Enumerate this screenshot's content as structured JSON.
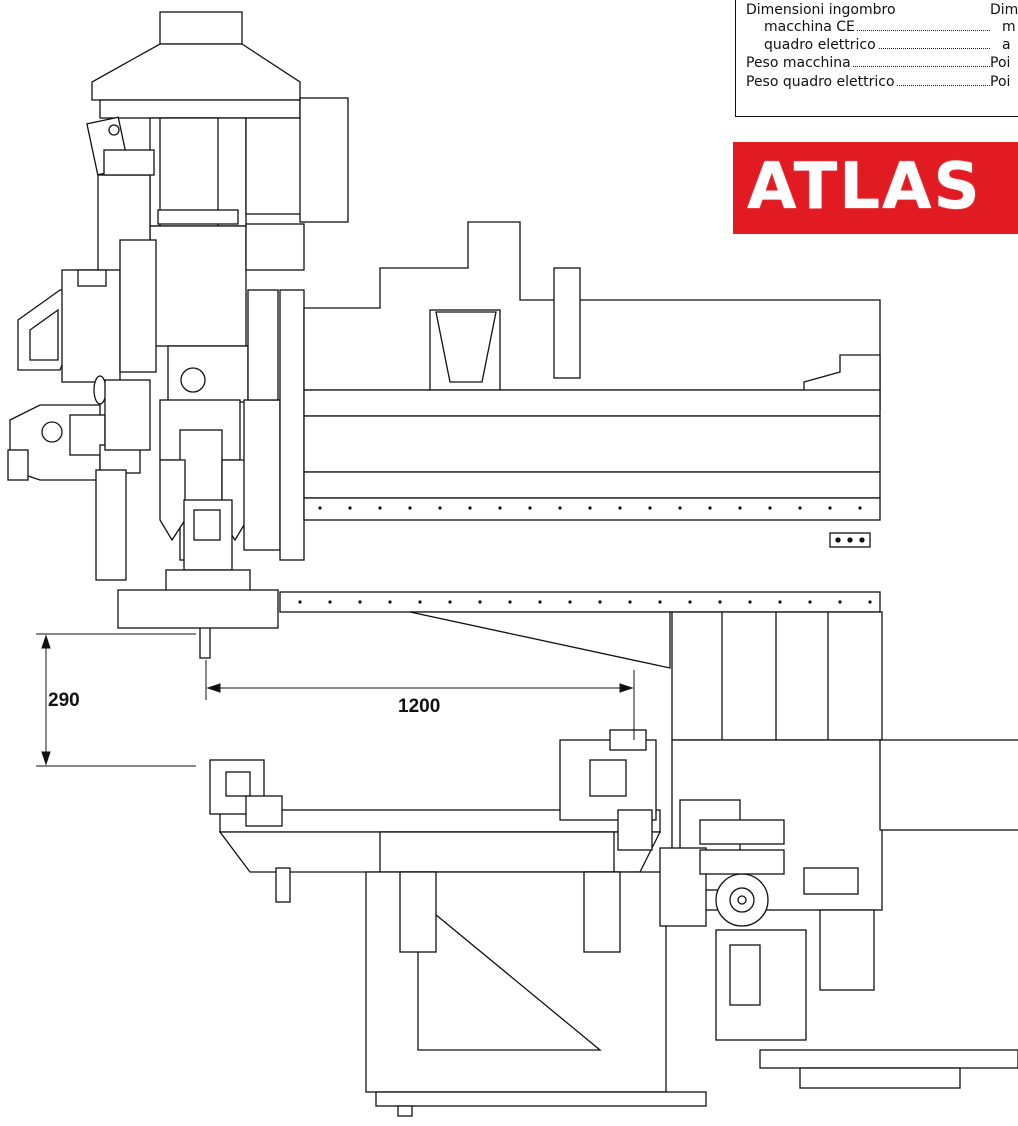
{
  "spec_table": {
    "rows": [
      {
        "label": "Dimensioni ingombro",
        "dotted": false,
        "right": "Dim",
        "indent": false
      },
      {
        "label": "macchina CE",
        "dotted": true,
        "right": "m",
        "indent": true
      },
      {
        "label": "quadro elettrico",
        "dotted": true,
        "right": "a",
        "indent": true
      },
      {
        "label": "Peso macchina",
        "dotted": true,
        "right": "Poi",
        "indent": false
      },
      {
        "label": "Peso quadro elettrico",
        "dotted": true,
        "right": "Poi",
        "indent": false
      }
    ]
  },
  "brand": {
    "name": "ATLAS",
    "color": "#e21b23"
  },
  "dimensions": {
    "vertical": "290",
    "horizontal": "1200"
  }
}
